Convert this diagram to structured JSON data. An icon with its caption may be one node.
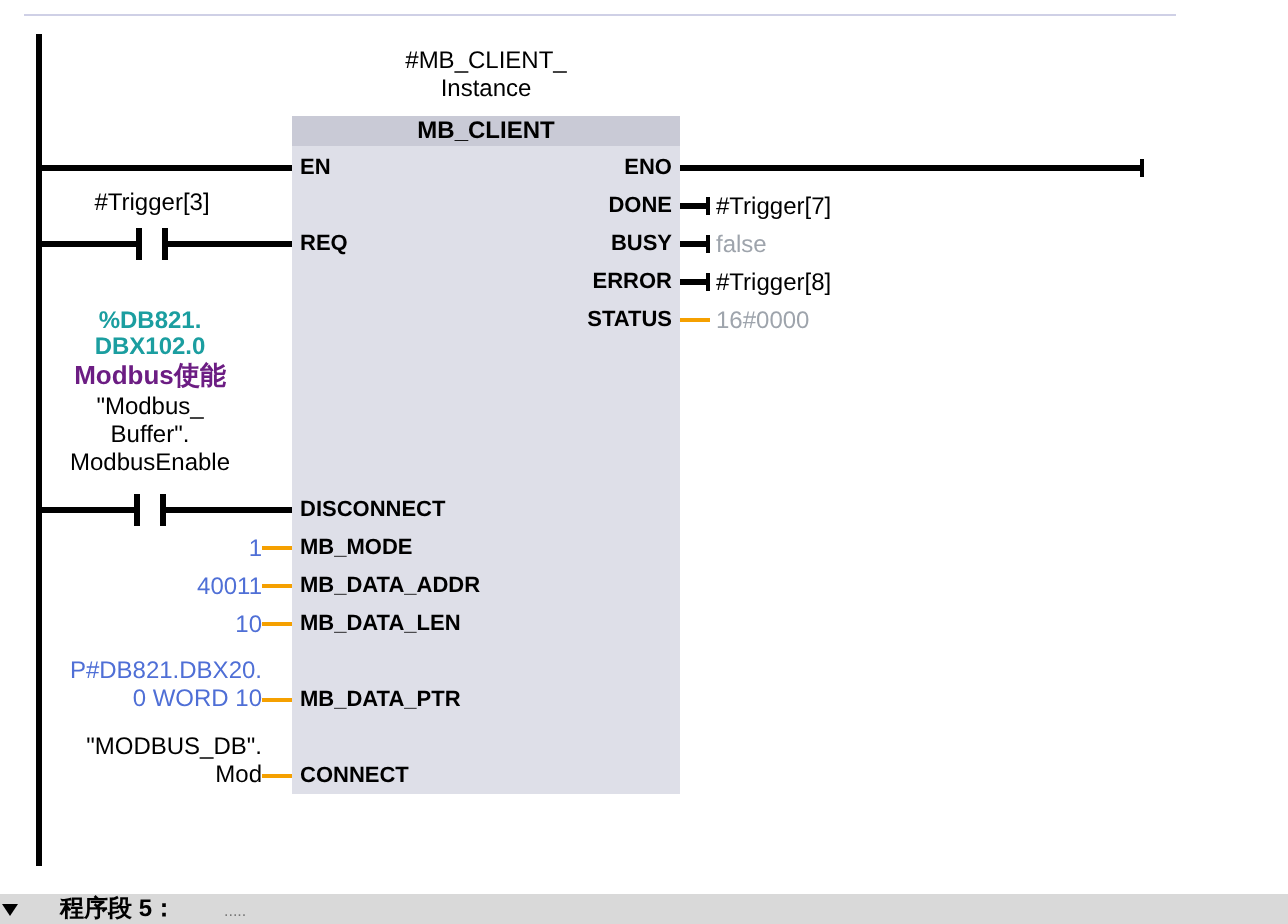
{
  "diagram": {
    "nodes": [
      {
        "text": [],
        "shape": "bar"
      },
      {
        "text": [
          "MB_CLIENT"
        ],
        "beside": [
          "#MB_CLIENT_ Instance"
        ]
      },
      {
        "text": [
          "EN"
        ],
        "in": 1
      },
      {
        "text": [
          "ENO"
        ],
        "in": 1
      },
      {
        "text": [
          "DONE"
        ],
        "in": 1
      },
      {
        "text": [
          "REQ"
        ],
        "in": 1
      },
      {
        "text": [
          "BUSY"
        ],
        "in": 1
      },
      {
        "text": [
          "ERROR"
        ],
        "in": 1
      },
      {
        "text": [
          "STATUS"
        ],
        "in": 1
      },
      {
        "text": [
          "DISCONNECT"
        ],
        "in": 1
      },
      {
        "text": [
          "MB_MODE"
        ],
        "in": 1
      },
      {
        "text": [
          "MB_DATA_ADDR"
        ],
        "in": 1
      },
      {
        "text": [
          "MB_DATA_LEN"
        ],
        "in": 1
      },
      {
        "text": [
          "MB_DATA_PTR"
        ],
        "in": 1
      },
      {
        "text": [
          "CONNECT"
        ],
        "in": 1
      },
      {
        "text": [
          "#Trigger[3]"
        ]
      },
      {
        "text": [
          "%DB821. DBX102.0",
          "Modbus使能",
          "\"Modbus_ Buffer\". ModbusEnable"
        ]
      },
      {
        "text": [
          "#Trigger[7]"
        ]
      },
      {
        "text": [
          "false"
        ]
      },
      {
        "text": [
          "#Trigger[8]"
        ]
      },
      {
        "text": [
          "16#0000"
        ]
      },
      {
        "text": [
          "1"
        ]
      },
      {
        "text": [
          "40011"
        ]
      },
      {
        "text": [
          "10"
        ]
      },
      {
        "text": [
          "P#DB821.DBX20. 0 WORD 10"
        ]
      },
      {
        "text": [
          "\"MODBUS_DB\". Mod"
        ]
      }
    ],
    "edges": [
      {
        "from": 0,
        "to": 2,
        "arrow": "none"
      },
      {
        "from": 0,
        "to": 15,
        "arrow": "none"
      },
      {
        "from": 15,
        "to": 5,
        "arrow": "none"
      },
      {
        "from": 0,
        "to": 16,
        "arrow": "none"
      },
      {
        "from": 16,
        "to": 9,
        "arrow": "none"
      },
      {
        "from": 3,
        "to": null,
        "arrow": "other"
      },
      {
        "from": 4,
        "to": 17,
        "arrow": "other"
      },
      {
        "from": 6,
        "to": 18,
        "arrow": "other"
      },
      {
        "from": 7,
        "to": 19,
        "arrow": "other"
      },
      {
        "from": 8,
        "to": 20,
        "arrow": "none",
        "color": "#f5a000"
      },
      {
        "from": 21,
        "to": 10,
        "arrow": "none",
        "color": "#f5a000"
      },
      {
        "from": 22,
        "to": 11,
        "arrow": "none",
        "color": "#f5a000"
      },
      {
        "from": 23,
        "to": 12,
        "arrow": "none",
        "color": "#f5a000"
      },
      {
        "from": 24,
        "to": 13,
        "arrow": "none",
        "color": "#f5a000"
      },
      {
        "from": 25,
        "to": 14,
        "arrow": "none",
        "color": "#f5a000"
      }
    ],
    "labels": [
      "程序段 5：",
      "....."
    ]
  }
}
